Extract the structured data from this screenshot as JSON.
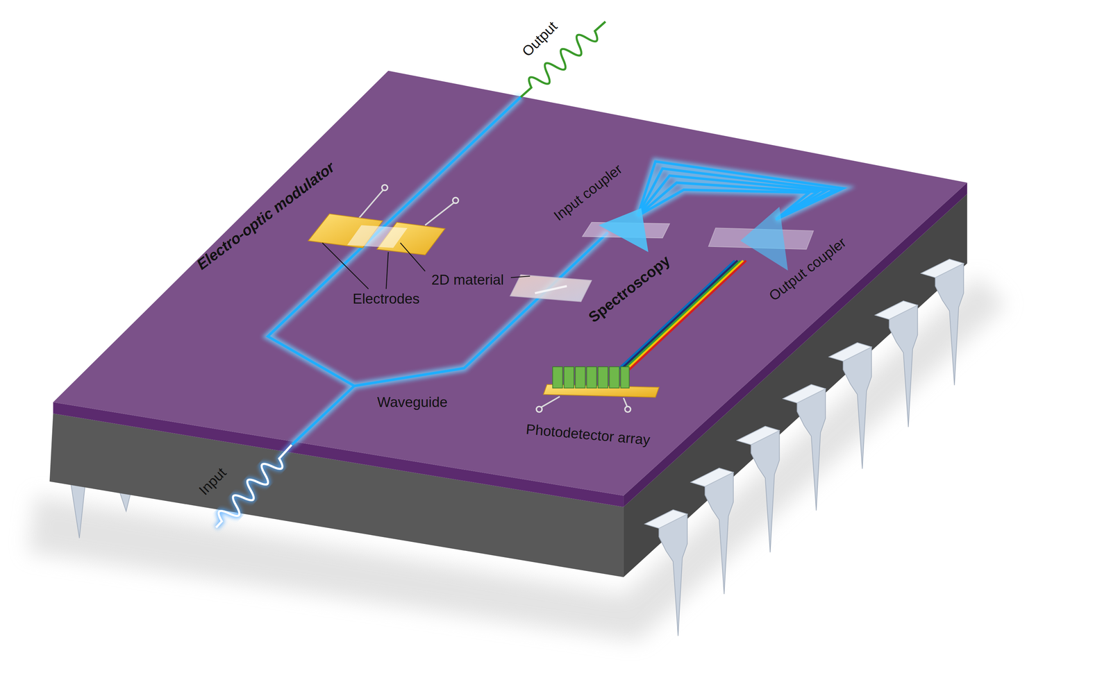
{
  "diagram": {
    "labels": [
      "Output",
      "Electro-optic modulator",
      "Electrodes",
      "2D material",
      "Input coupler",
      "Spectroscopy",
      "Output coupler",
      "Waveguide",
      "Photodetector array",
      "Input"
    ]
  }
}
